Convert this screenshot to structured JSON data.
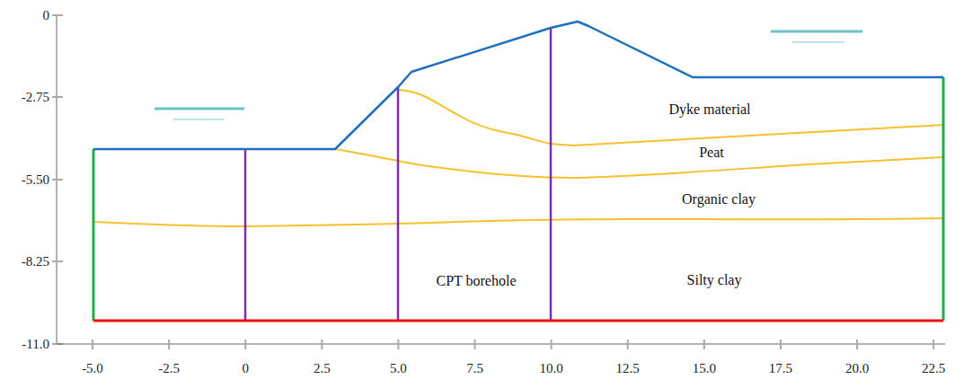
{
  "diagram": {
    "labels": [
      "0",
      "-2.75",
      "-5.50",
      "-8.25",
      "-11.0",
      "-5.0",
      "-2.5",
      "0",
      "2.5",
      "5.0",
      "7.5",
      "10.0",
      "12.5",
      "15.0",
      "17.5",
      "20.0",
      "22.5",
      "Dyke material",
      "Peat",
      "Organic clay",
      "Silty clay",
      "CPT borehole"
    ]
  }
}
